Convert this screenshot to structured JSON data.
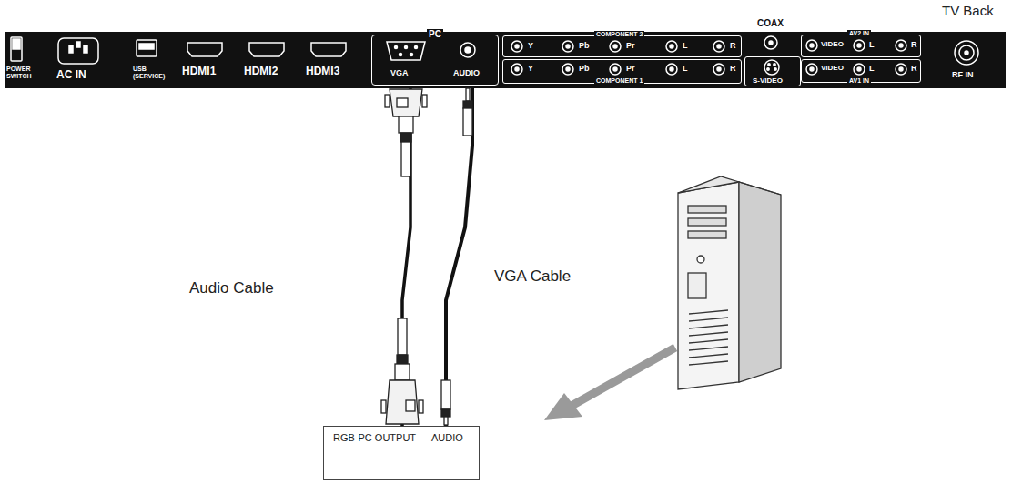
{
  "diagram": {
    "nodes": [
      {
        "text": [
          "TV Back"
        ]
      },
      {
        "text": [
          "PC",
          "VGA",
          "AUDIO"
        ],
        "in": 0
      },
      {
        "text": [
          "COMPONENT 2",
          "Y",
          "Pb",
          "Pr",
          "L",
          "R"
        ],
        "in": 0
      },
      {
        "text": [
          "COMPONENT 1",
          "Y",
          "Pb",
          "Pr",
          "L",
          "R"
        ],
        "in": 0
      },
      {
        "text": [
          "S-VIDEO"
        ],
        "in": 0
      },
      {
        "text": [
          "AV2 IN",
          "VIDEO",
          "L",
          "R"
        ],
        "in": 0
      },
      {
        "text": [
          "AV1 IN",
          "VIDEO",
          "L",
          "R"
        ],
        "in": 0
      },
      {
        "text": [
          "RGB-PC OUTPUT",
          "AUDIO"
        ]
      }
    ],
    "edges": [
      {
        "from": 1,
        "to": 7,
        "arrow": "none"
      },
      {
        "from": 1,
        "to": 7,
        "arrow": "none"
      }
    ],
    "labels": [
      "POWER SWITCH",
      "AC IN",
      "USB (SERVICE)",
      "HDMI1",
      "HDMI2",
      "HDMI3",
      "COAX",
      "RF IN",
      "Audio Cable",
      "VGA Cable"
    ]
  }
}
